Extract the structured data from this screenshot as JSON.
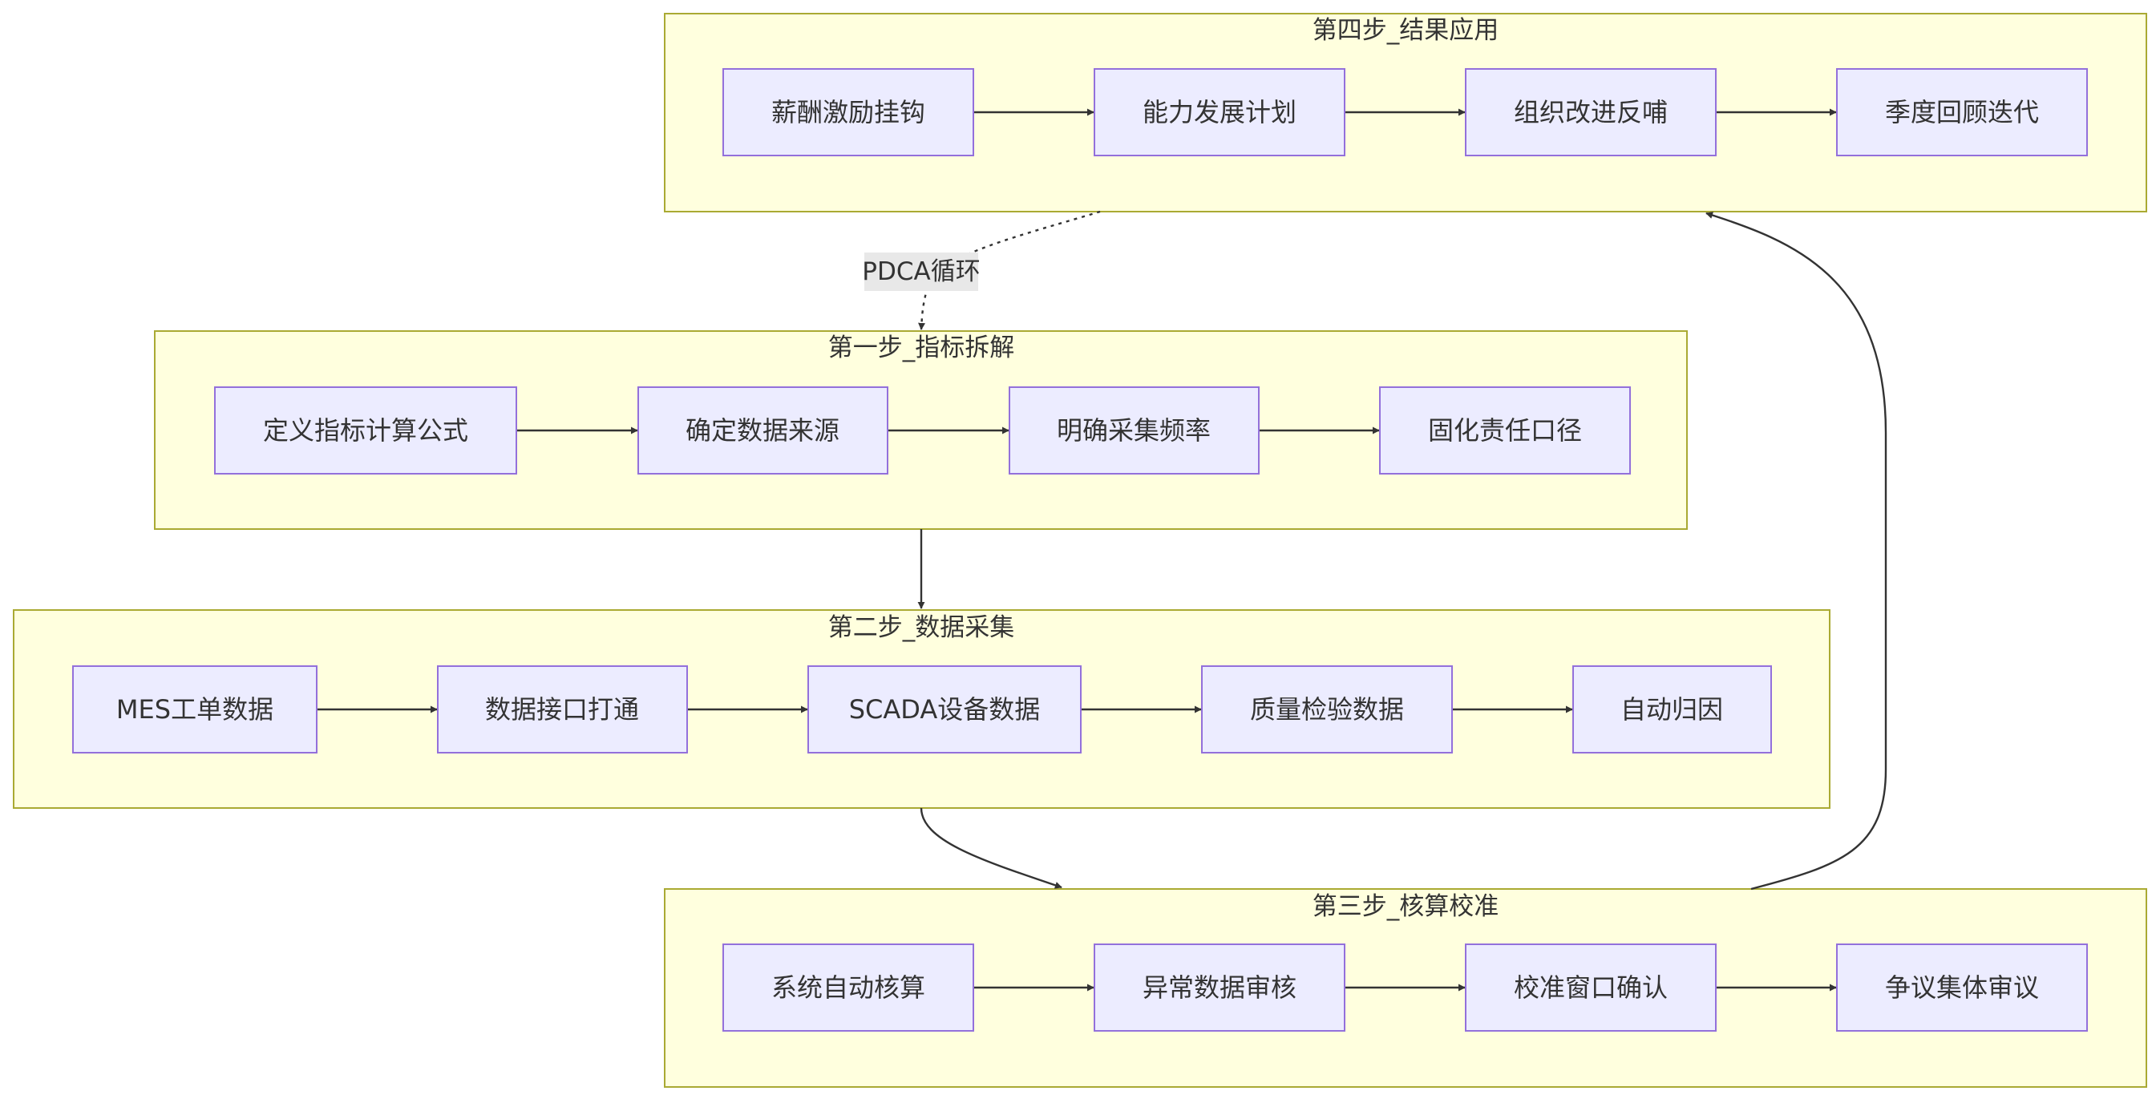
{
  "clusters": [
    {
      "id": "step4",
      "title": "第四步_结果应用",
      "nodes": [
        "薪酬激励挂钩",
        "能力发展计划",
        "组织改进反哺",
        "季度回顾迭代"
      ]
    },
    {
      "id": "step1",
      "title": "第一步_指标拆解",
      "nodes": [
        "定义指标计算公式",
        "确定数据来源",
        "明确采集频率",
        "固化责任口径"
      ]
    },
    {
      "id": "step2",
      "title": "第二步_数据采集",
      "nodes": [
        "MES工单数据",
        "数据接口打通",
        "SCADA设备数据",
        "质量检验数据",
        "自动归因"
      ]
    },
    {
      "id": "step3",
      "title": "第三步_核算校准",
      "nodes": [
        "系统自动核算",
        "异常数据审核",
        "校准窗口确认",
        "争议集体审议"
      ]
    }
  ],
  "edge_labels": {
    "loop": "PDCA循环"
  },
  "colors": {
    "cluster_fill": "#ffffde",
    "cluster_stroke": "#aaaa33",
    "node_fill": "#ececff",
    "node_stroke": "#9370db",
    "edge": "#333333",
    "text": "#333333"
  }
}
